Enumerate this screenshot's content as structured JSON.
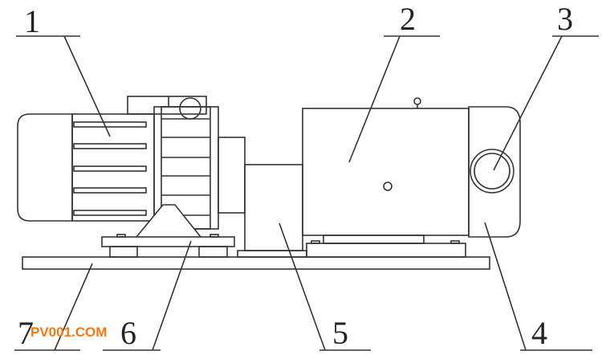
{
  "labels": {
    "l1": "1",
    "l2": "2",
    "l3": "3",
    "l4": "4",
    "l5": "5",
    "l6": "6",
    "l7": "7"
  },
  "watermark": "PV001.COM",
  "colors": {
    "line": "#333333",
    "watermark": "#f07a1a"
  }
}
